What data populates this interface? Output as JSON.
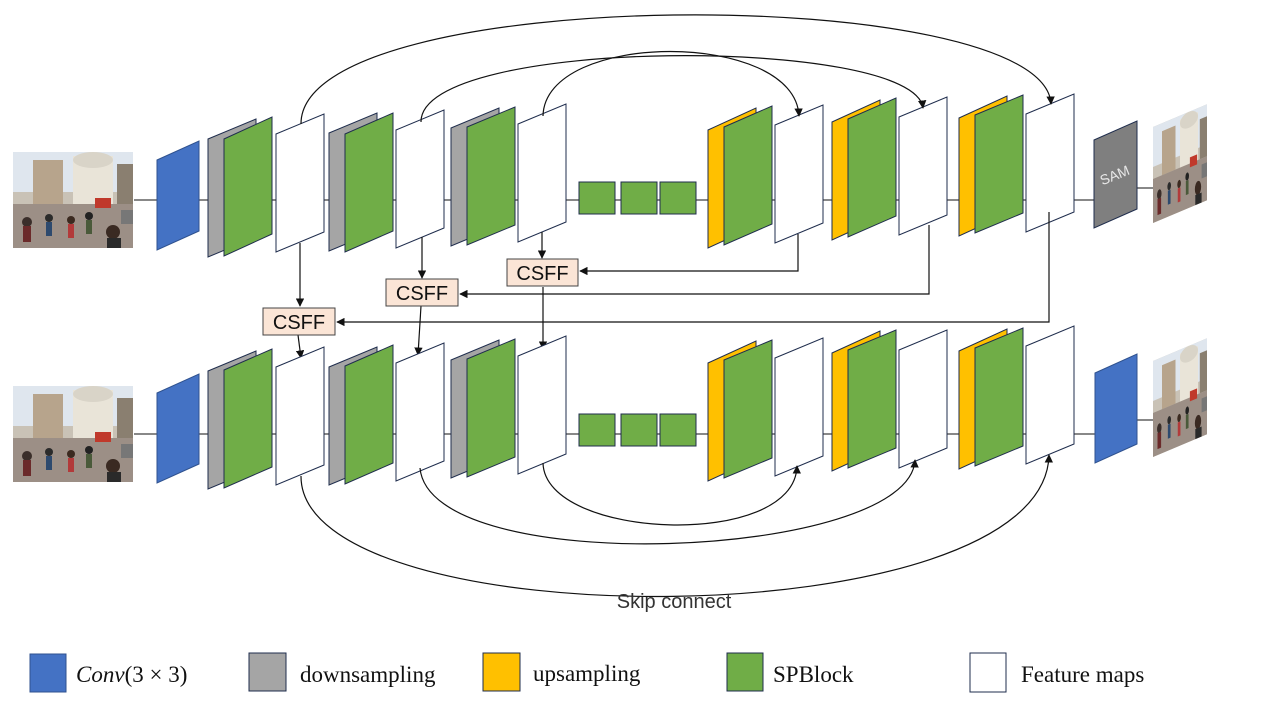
{
  "colors": {
    "conv": "#4472c4",
    "downsampling": "#a5a5a5",
    "upsampling": "#ffc000",
    "spblock": "#70ad47",
    "feature": "#ffffff",
    "csff_fill": "#fbe5d6",
    "sam": "#7f7f7f",
    "stroke": "#1f2d4d"
  },
  "labels": {
    "csff": "CSFF",
    "sam": "SAM",
    "skip": "Skip connect"
  },
  "legend": [
    {
      "key": "conv",
      "label": "Conv(3 × 3)",
      "math": true
    },
    {
      "key": "downsampling",
      "label": "downsampling"
    },
    {
      "key": "upsampling",
      "label": "upsampling"
    },
    {
      "key": "spblock",
      "label": "SPBlock"
    },
    {
      "key": "feature",
      "label": "Feature maps"
    }
  ],
  "icons": {
    "input_image": "street-photo-icon",
    "output_image": "street-photo-icon"
  }
}
